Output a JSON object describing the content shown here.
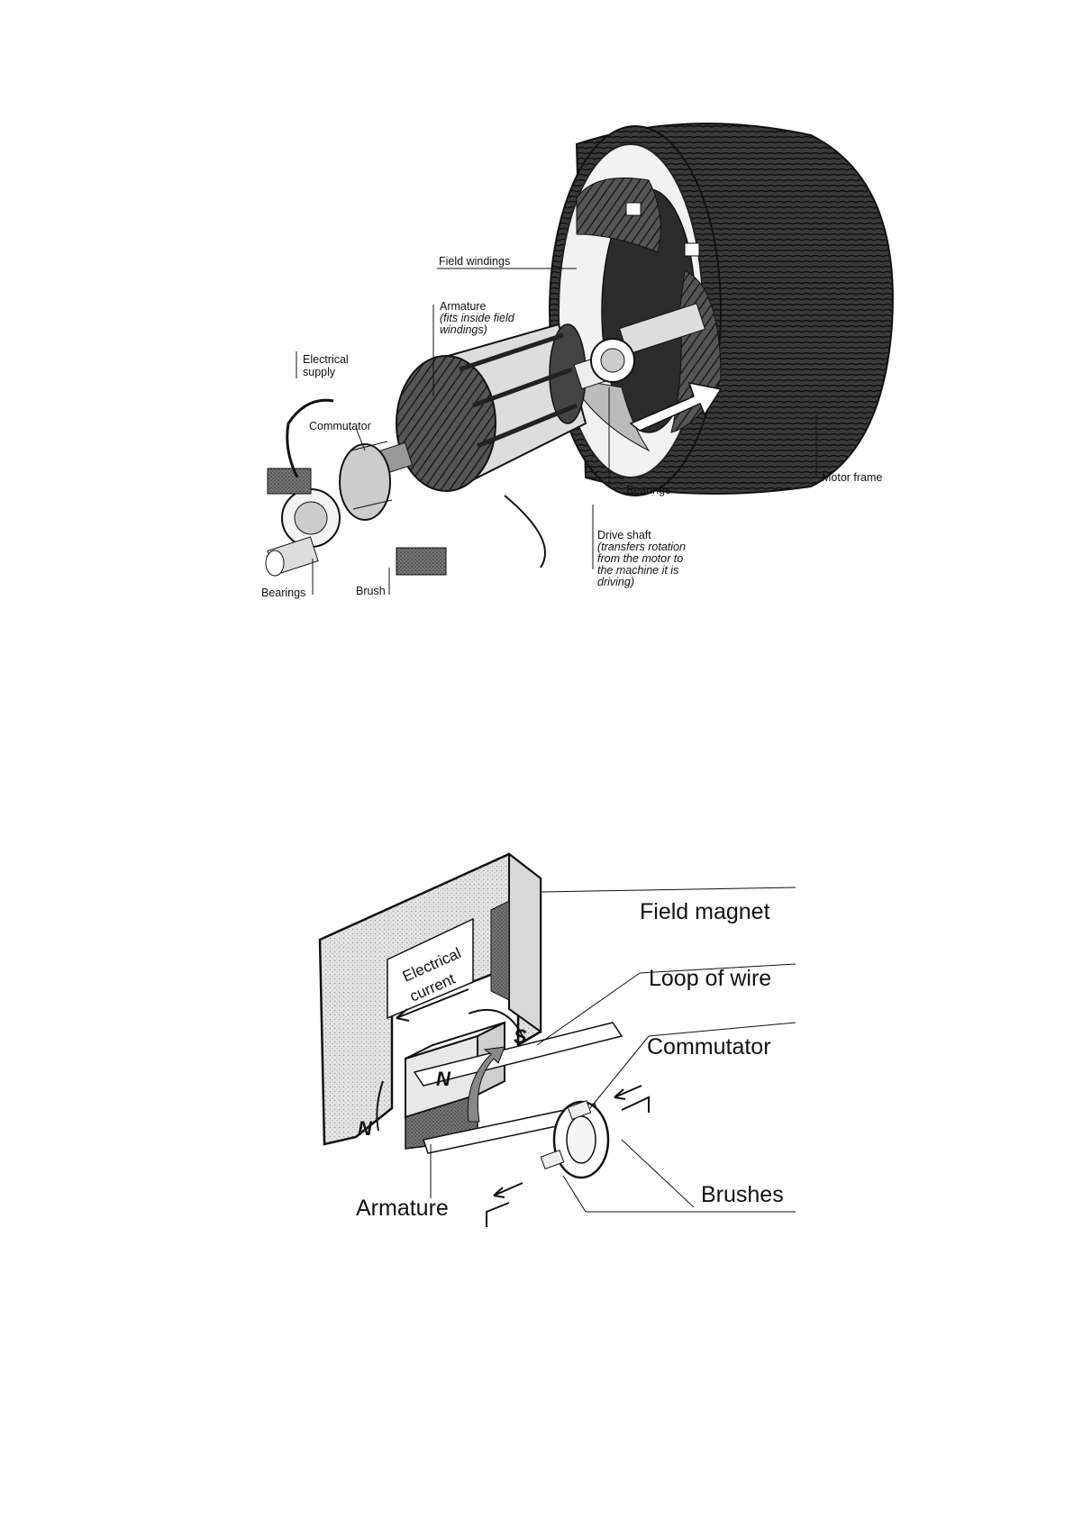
{
  "motor": {
    "labels": {
      "field_windings": "Field windings",
      "armature": "Armature",
      "armature_note": [
        "(fits inside field",
        "windings)"
      ],
      "electrical_supply": [
        "Electrical",
        "supply"
      ],
      "commutator": "Commutator",
      "bearings_right": "Bearings",
      "motor_frame": "Motor frame",
      "drive_shaft": "Drive shaft",
      "drive_shaft_note": [
        "(transfers rotation",
        "from the motor to",
        "the machine it is",
        "driving)"
      ],
      "bearings_left": "Bearings",
      "brush": "Brush"
    }
  },
  "simple_motor": {
    "labels": {
      "field_magnet": "Field magnet",
      "loop_of_wire": "Loop of wire",
      "commutator": "Commutator",
      "brushes": "Brushes",
      "armature": "Armature",
      "electrical_current": [
        "Electrical",
        "current"
      ],
      "pole_n_magnet": "N",
      "pole_s_magnet": "S",
      "pole_n_armature": "N"
    }
  }
}
